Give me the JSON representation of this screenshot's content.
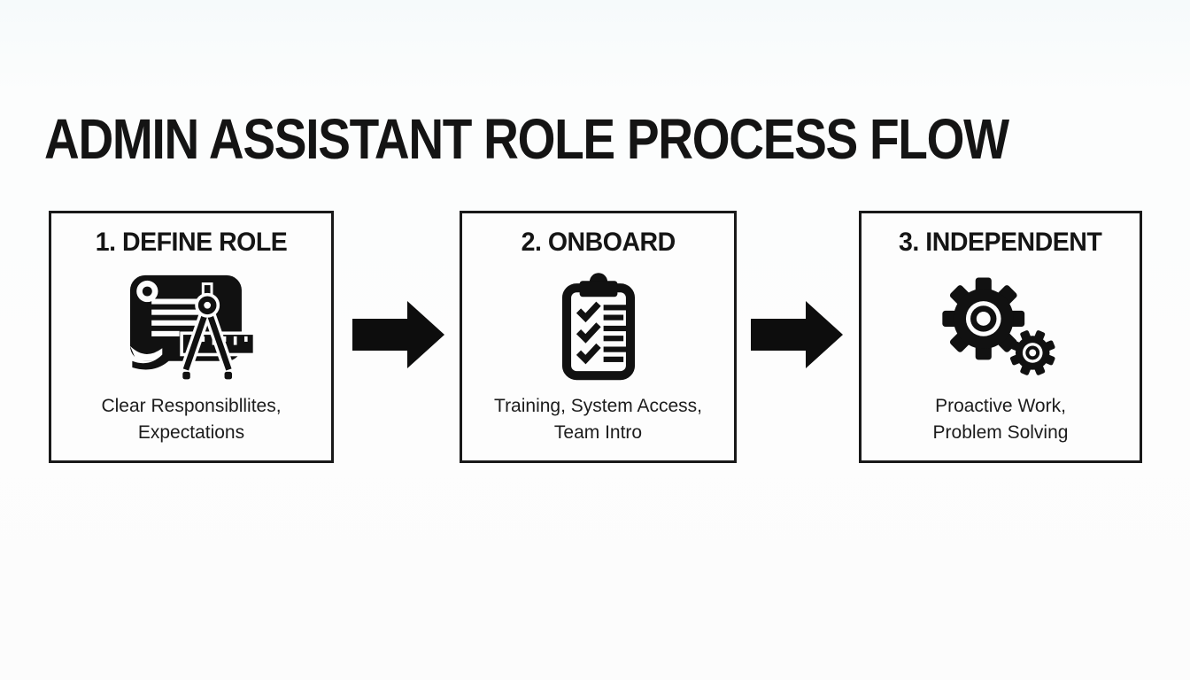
{
  "title": "ADMIN ASSISTANT ROLE PROCESS FLOW",
  "colors": {
    "ink": "#111111",
    "background": "#fdfdfd",
    "box_border": "#191919"
  },
  "steps": [
    {
      "heading": "1. DEFINE ROLE",
      "icon": "blueprint-compass-icon",
      "desc_lines": [
        "Clear Responsibllites,",
        "Expectations"
      ]
    },
    {
      "heading": "2. ONBOARD",
      "icon": "clipboard-checklist-icon",
      "desc_lines": [
        "Training, System Access,",
        "Team Intro"
      ]
    },
    {
      "heading": "3. INDEPENDENT",
      "icon": "gears-icon",
      "desc_lines": [
        "Proactive Work,",
        "Problem Solving"
      ]
    }
  ],
  "connectors": [
    {
      "icon": "arrow-right-icon"
    },
    {
      "icon": "arrow-right-icon"
    }
  ]
}
